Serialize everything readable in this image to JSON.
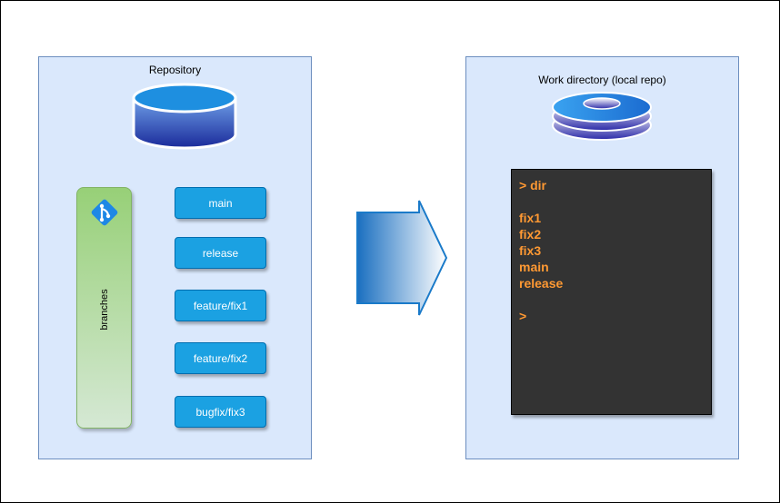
{
  "repository": {
    "title": "Repository",
    "branches_label": "branches",
    "branches": [
      "main",
      "release",
      "feature/fix1",
      "feature/fix2",
      "bugfix/fix3"
    ]
  },
  "work_directory": {
    "title": "Work directory (local repo)",
    "terminal_lines": [
      "> dir",
      "",
      "fix1",
      "fix2",
      "fix3",
      "main",
      "release",
      "",
      ">"
    ]
  },
  "colors": {
    "panel_fill": "#dae8fc",
    "panel_border": "#6c8ebf",
    "branch_button": "#1ba1e2",
    "terminal_bg": "#333333",
    "terminal_text": "#ff9933",
    "branches_bar_top": "#97d077",
    "branches_bar_bottom": "#d5e8d4"
  },
  "icons": {
    "repository": "database-cylinder-icon",
    "work_directory": "disk-stack-icon",
    "branches": "git-icon",
    "flow": "right-arrow-icon"
  }
}
